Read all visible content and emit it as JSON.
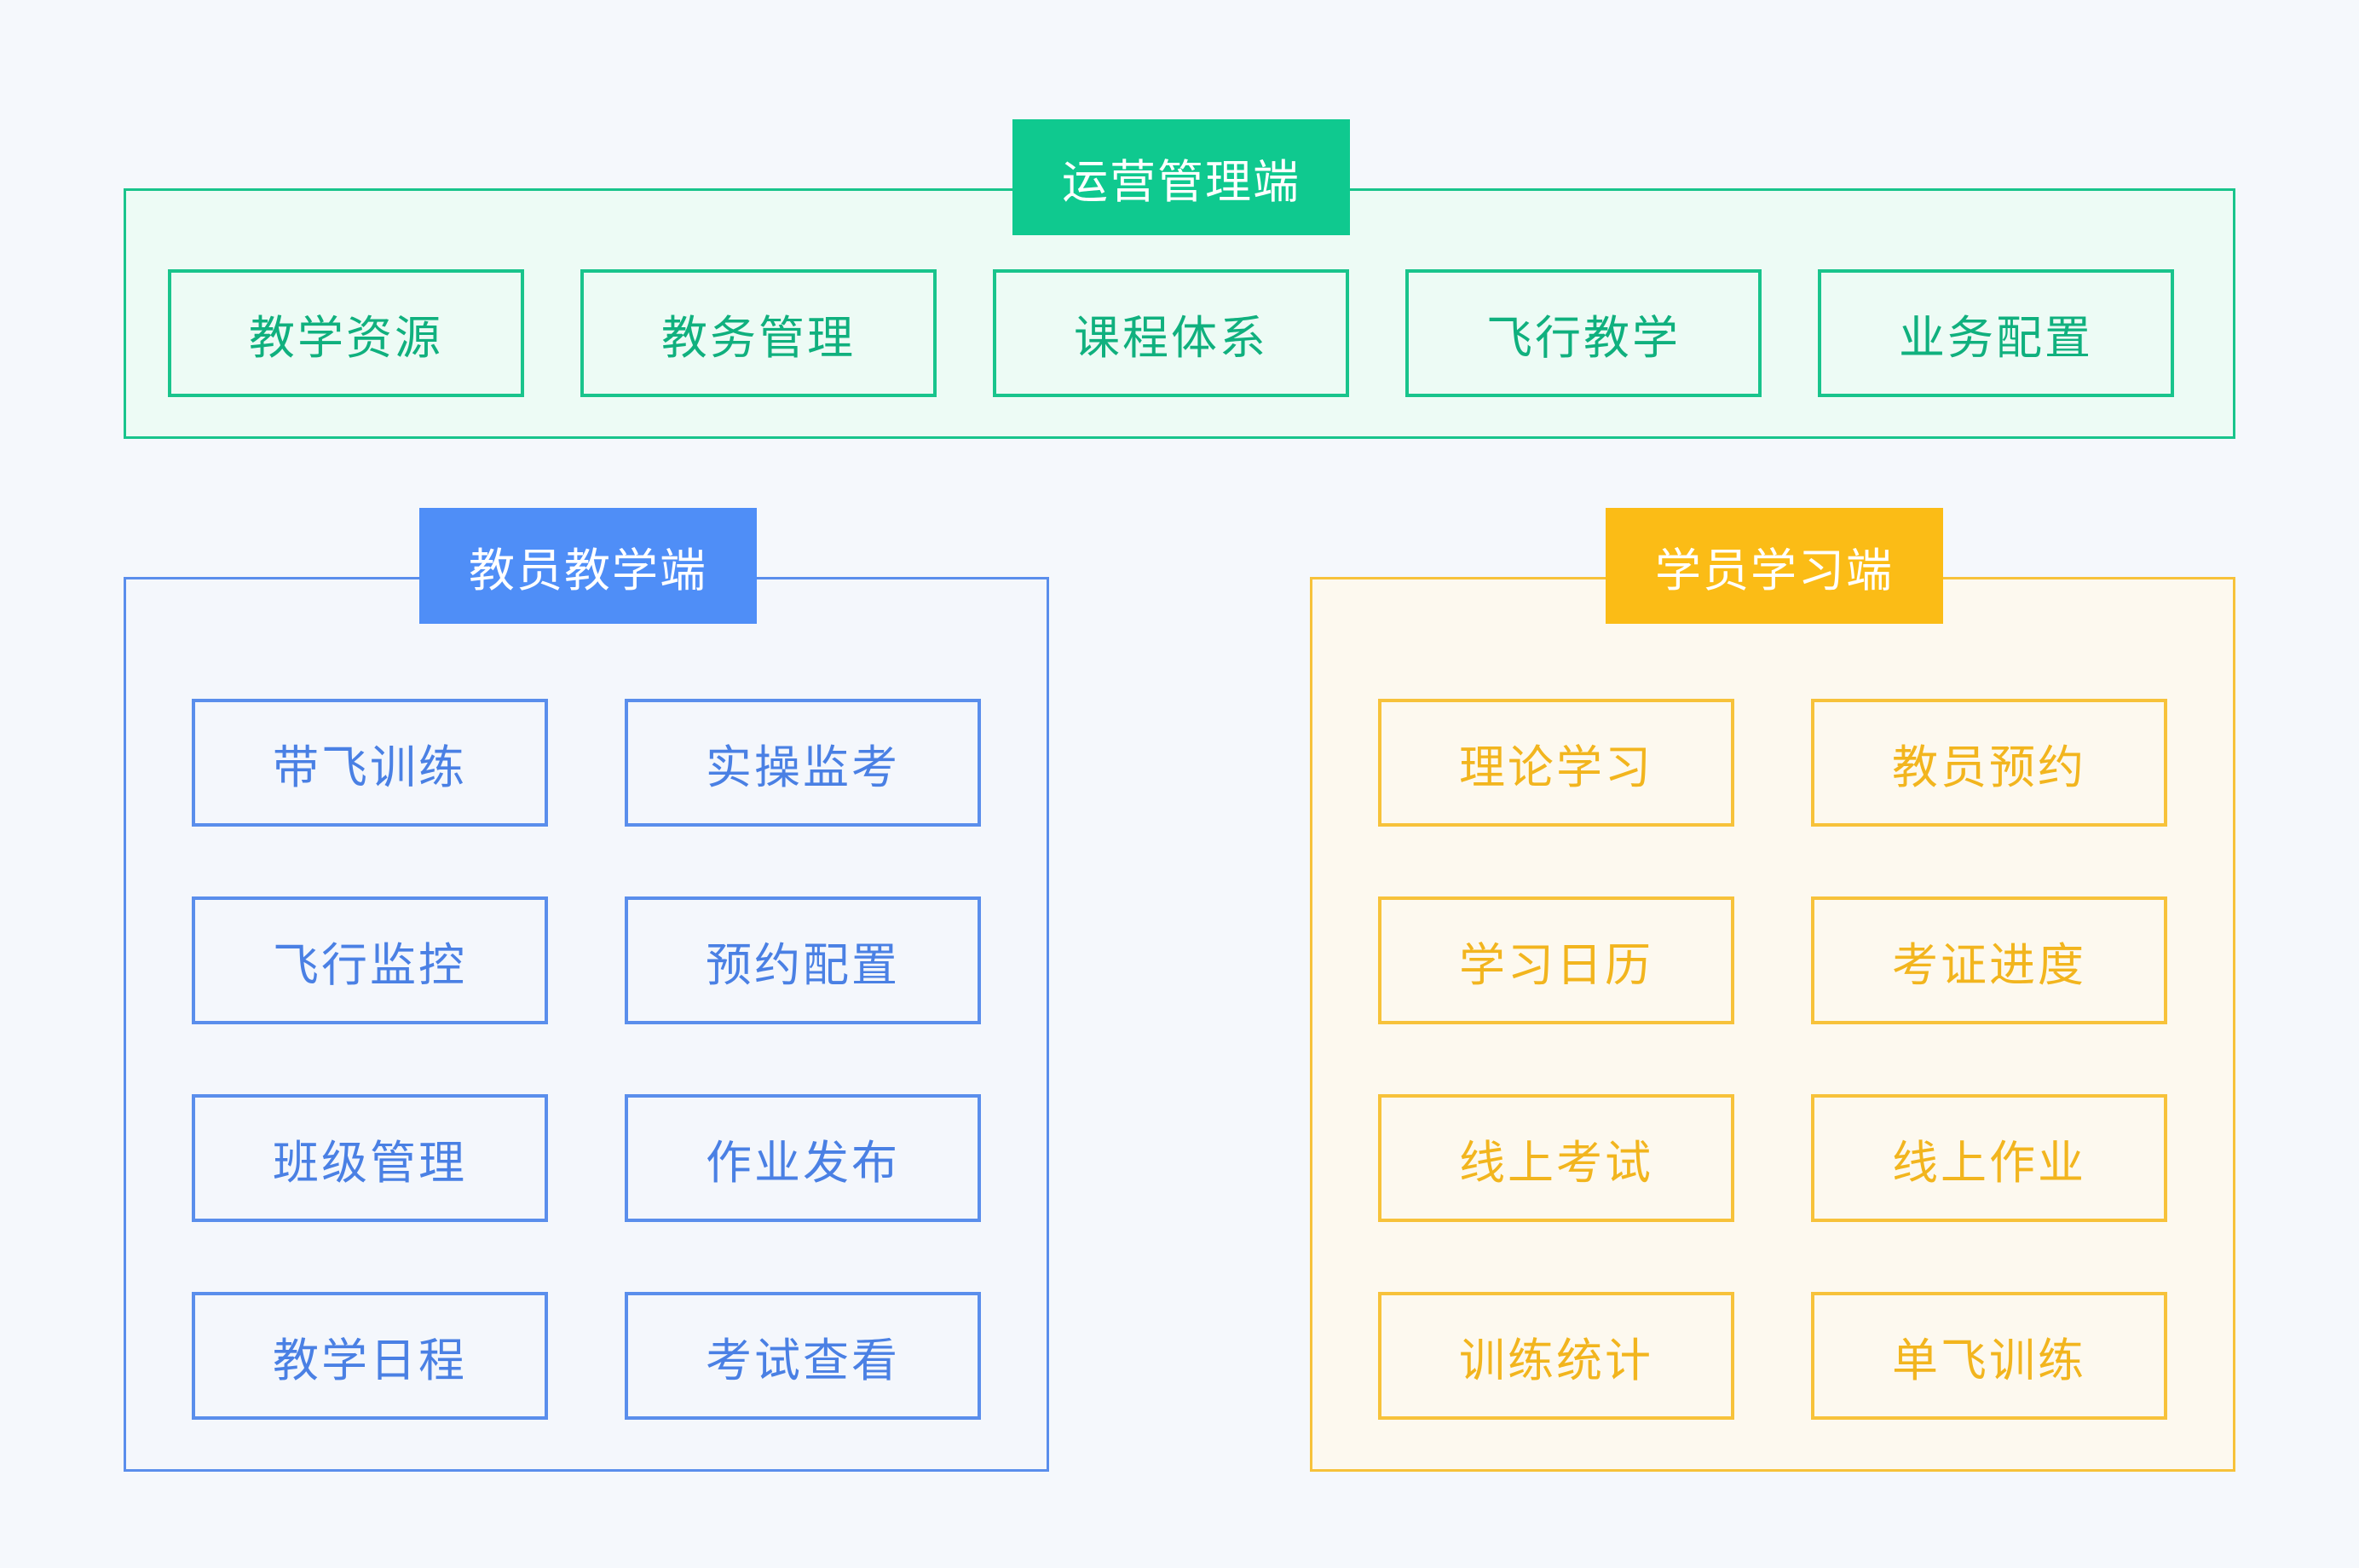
{
  "operations": {
    "title": "运营管理端",
    "modules": [
      "教学资源",
      "教务管理",
      "课程体系",
      "飞行教学",
      "业务配置"
    ]
  },
  "instructor": {
    "title": "教员教学端",
    "modules": [
      "带飞训练",
      "实操监考",
      "飞行监控",
      "预约配置",
      "班级管理",
      "作业发布",
      "教学日程",
      "考试查看"
    ]
  },
  "student": {
    "title": "学员学习端",
    "modules": [
      "理论学习",
      "教员预约",
      "学习日历",
      "考证进度",
      "线上考试",
      "线上作业",
      "训练统计",
      "单飞训练"
    ]
  },
  "colors": {
    "operations": "#0fc98f",
    "instructor": "#4f8ef7",
    "student": "#fbbc16",
    "background": "#f5f8fc"
  }
}
